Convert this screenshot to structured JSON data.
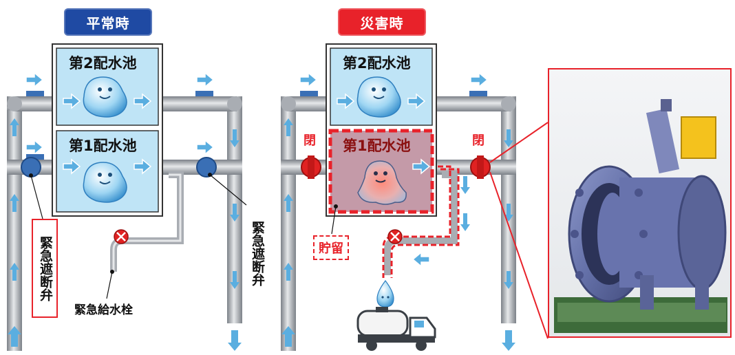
{
  "normal": {
    "badge": "平常時",
    "pool_upper": "第2配水池",
    "pool_lower": "第1配水池",
    "valve_left_label": "緊急遮断弁",
    "valve_right_label": "緊急遮断弁",
    "hydrant_label": "緊急給水栓"
  },
  "disaster": {
    "badge": "災害時",
    "pool_upper": "第2配水池",
    "pool_lower": "第1配水池",
    "closed_left": "閉",
    "closed_right": "閉",
    "storage_label": "貯留"
  },
  "colors": {
    "normal_badge": "#1f4aa3",
    "disaster_badge": "#e8222a",
    "pool_fill": "#bfe4f6",
    "pool_storage": "#c49aa8",
    "pipe": "#a9adb3",
    "arrow": "#5aaee0",
    "valve_blue": "#3a6fb5",
    "valve_red": "#e02222"
  },
  "icons": [
    "water-drop-mascot-icon",
    "flow-arrow-icon",
    "gate-valve-icon",
    "hydrant-valve-icon",
    "water-truck-icon",
    "valve-photo"
  ]
}
